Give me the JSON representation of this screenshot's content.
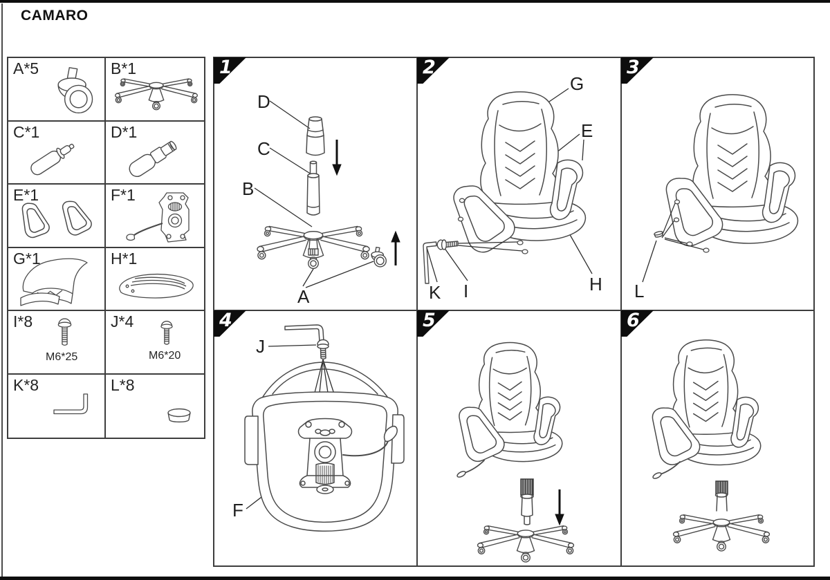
{
  "title": "CAMARO",
  "colors": {
    "ink": "#4a4a4a",
    "leader": "#2e2e2e",
    "badge_bg": "#0d0d0d",
    "badge_text": "#ffffff"
  },
  "parts": [
    {
      "label": "A*5",
      "icon": "caster-wheel"
    },
    {
      "label": "B*1",
      "icon": "five-star-base"
    },
    {
      "label": "C*1",
      "icon": "gas-lift-cylinder"
    },
    {
      "label": "D*1",
      "icon": "cylinder-cover"
    },
    {
      "label": "E*1",
      "icon": "armrest-pair"
    },
    {
      "label": "F*1",
      "icon": "tilt-mechanism"
    },
    {
      "label": "G*1",
      "icon": "backrest"
    },
    {
      "label": "H*1",
      "icon": "seat-cushion"
    },
    {
      "label": "I*8",
      "size": "M6*25",
      "icon": "bolt-screw"
    },
    {
      "label": "J*4",
      "size": "M6*20",
      "icon": "bolt-screw"
    },
    {
      "label": "K*8",
      "icon": "allen-key"
    },
    {
      "label": "L*8",
      "icon": "cover-cap"
    }
  ],
  "steps": [
    {
      "number": "1",
      "callouts": [
        {
          "text": "D"
        },
        {
          "text": "C"
        },
        {
          "text": "B"
        },
        {
          "text": "A"
        }
      ]
    },
    {
      "number": "2",
      "callouts": [
        {
          "text": "G"
        },
        {
          "text": "E"
        },
        {
          "text": "K"
        },
        {
          "text": "I"
        },
        {
          "text": "H"
        }
      ]
    },
    {
      "number": "3",
      "callouts": [
        {
          "text": "L"
        }
      ]
    },
    {
      "number": "4",
      "callouts": [
        {
          "text": "J"
        },
        {
          "text": "F"
        }
      ]
    },
    {
      "number": "5",
      "callouts": []
    },
    {
      "number": "6",
      "callouts": []
    }
  ]
}
